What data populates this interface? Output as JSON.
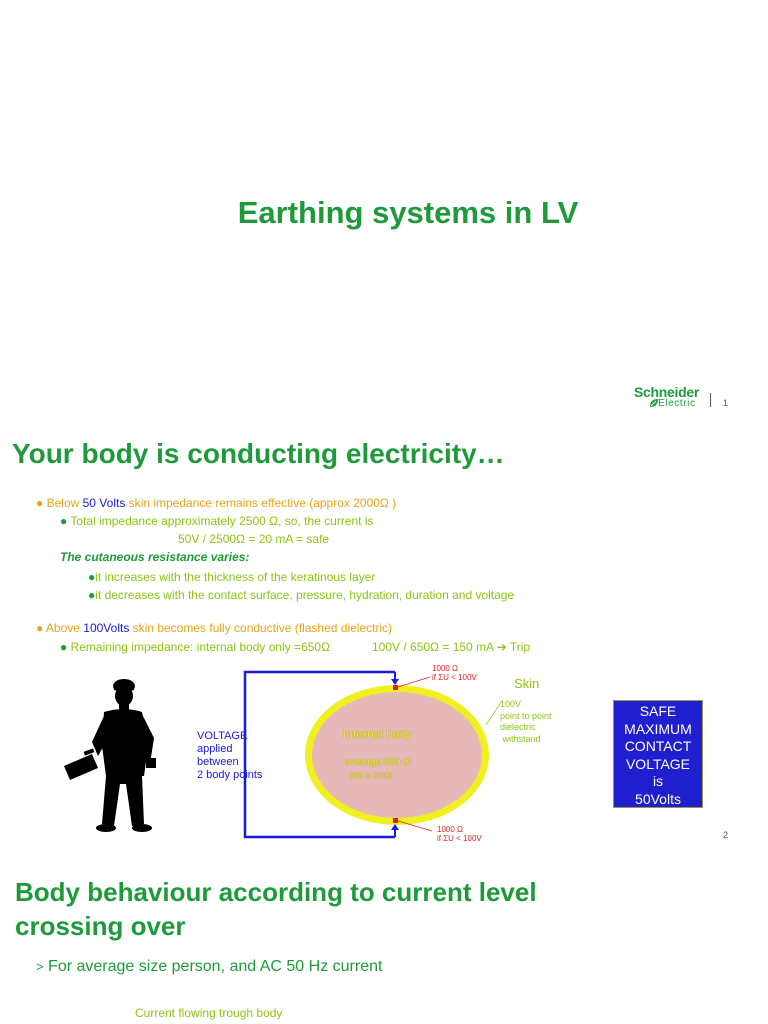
{
  "slide1": {
    "title": "Earthing systems in LV",
    "logo": {
      "line1": "Schneider",
      "line2": "Electric"
    },
    "page": "1"
  },
  "slide2": {
    "title": "Your body is conducting electricity…",
    "bullets": {
      "b1_pre": "Below ",
      "b1_hl": "50 Volts",
      "b1_post": " skin impedance remains effective (approx 2000Ω )",
      "b1_sub1": "Total impedance approximately  2500 Ω, so, the current is",
      "b1_sub1b": "50V / 2500Ω = 20 mA = safe",
      "cutaneous": "The cutaneous resistance varies:",
      "cut1": "it increases with the thickness of the keratinous layer",
      "cut2": "it decreases with the contact surface, pressure, hydration, duration and voltage",
      "b2_pre": "Above ",
      "b2_hl": "100Volts",
      "b2_post": " skin becomes fully conductive (flashed dielectric)",
      "b2_sub1": "Remaining impedance: internal body only =650Ω",
      "b2_sub1b": "100V / 650Ω = 150 mA ➔ Trip"
    },
    "diagram": {
      "voltage_label": [
        "VOLTAGE",
        "applied",
        "between",
        "2 body points"
      ],
      "top_note": [
        "1000 Ω",
        "if ΣU < 100V"
      ],
      "bottom_note": [
        "1000 Ω",
        "if ΣU < 100V"
      ],
      "skin_label": "Skin",
      "dielectric": [
        "100V",
        "point to point",
        "dielectric",
        " withstand"
      ],
      "internal_body": "Internal body",
      "average": "average 650 Ω",
      "range": "(300 to 700Ω)"
    },
    "safe_box": [
      "SAFE",
      "MAXIMUM",
      "CONTACT",
      "VOLTAGE",
      "is",
      "50Volts"
    ],
    "page": "2",
    "colors": {
      "ellipse_fill": "#e6b8b8",
      "ellipse_ring": "#f0f020",
      "wire": "#1a1adf",
      "safe_box": "#1f1fd0"
    }
  },
  "slide3": {
    "title_line1": "Body behaviour according to current level",
    "title_line2": "crossing over",
    "bullet_marker": ">",
    "bullet": "For average size person, and AC 50 Hz current",
    "caption": "Current flowing trough body"
  }
}
